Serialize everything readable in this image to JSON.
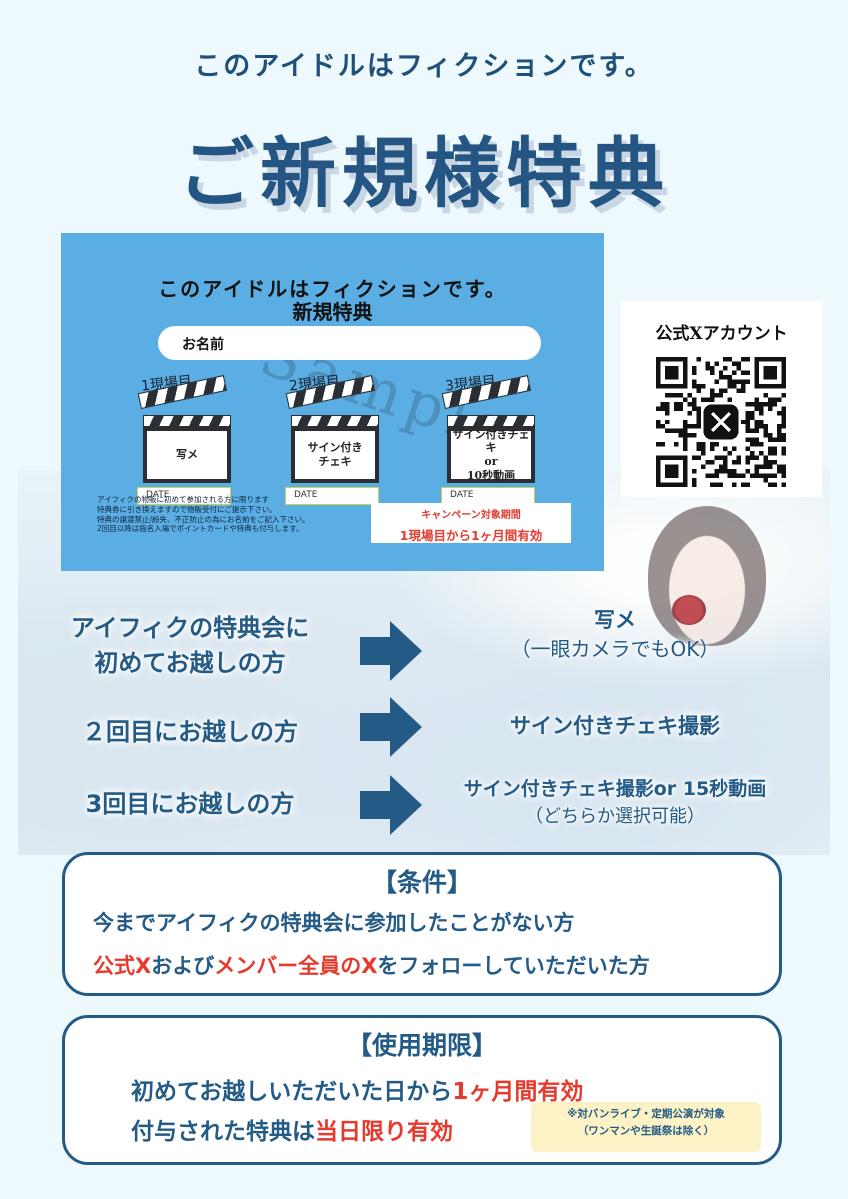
{
  "header": {
    "subtitle": "このアイドルはフィクションです。",
    "title": "ご新規様特典"
  },
  "card": {
    "title": "このアイドルはフィクションです。",
    "subtitle": "新規特典",
    "name_label": "お名前",
    "watermark": "Sample",
    "visits": [
      {
        "label": "1現場目",
        "reward": "写メ",
        "date": "DATE"
      },
      {
        "label": "2現場目",
        "reward": "サイン付き\nチェキ",
        "date": "DATE"
      },
      {
        "label": "3現場目",
        "reward": "サイン付きチェキ\nor\n10秒動画",
        "date": "DATE"
      }
    ],
    "notes": [
      "アイフィクの物販に初めて参加される方に限ります",
      "特典券に引き換えますので物販受付にご提示下さい。",
      "特典の譲渡禁止/紛失、不正防止の為にお名前をご記入下さい。",
      "2回目以降は指名入場でポイントカードや特典も付与します。"
    ],
    "campaign_line1": "キャンペーン対象期間",
    "campaign_line2": "1現場目から1ヶ月間有効"
  },
  "qr": {
    "title": "公式Xアカウント",
    "icon": "x-logo-icon"
  },
  "flow": [
    {
      "left": [
        "アイフィクの特典会に",
        "初めてお越しの方"
      ],
      "right": "写メ",
      "right_paren": "（一眼カメラでもOK）"
    },
    {
      "left": [
        "２回目にお越しの方"
      ],
      "right": "サイン付きチェキ撮影",
      "right_paren": ""
    },
    {
      "left": [
        "3回目にお越しの方"
      ],
      "right": "サイン付きチェキ撮影or 15秒動画",
      "right_paren": "（どちらか選択可能）"
    }
  ],
  "conditions": {
    "heading": "【条件】",
    "line1": "今までアイフィクの特典会に参加したことがない方",
    "line2_part1": "公式X",
    "line2_part2": "および",
    "line2_part3": "メンバー全員のX",
    "line2_part4": "をフォローしていただいた方"
  },
  "validity": {
    "heading": "【使用期限】",
    "line1_part1": "初めてお越しいただいた日から",
    "line1_part2": "1ヶ月間有効",
    "line2_part1": "付与された特典は",
    "line2_part2": "当日限り有効",
    "note_line1": "※対バンライブ・定期公演が対象",
    "note_line2": "（ワンマンや生誕祭は除く）"
  },
  "colors": {
    "navy": "#245b86",
    "red": "#e8392d",
    "card_blue": "#5aaee3",
    "background": "#eef9fd"
  }
}
